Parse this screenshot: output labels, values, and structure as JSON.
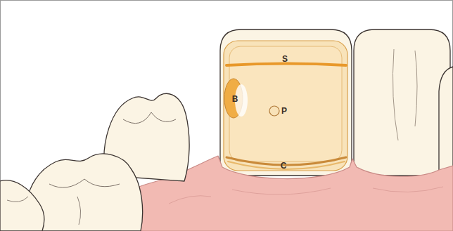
{
  "diagram": {
    "labels": [
      "S",
      "B",
      "P",
      "C"
    ]
  }
}
